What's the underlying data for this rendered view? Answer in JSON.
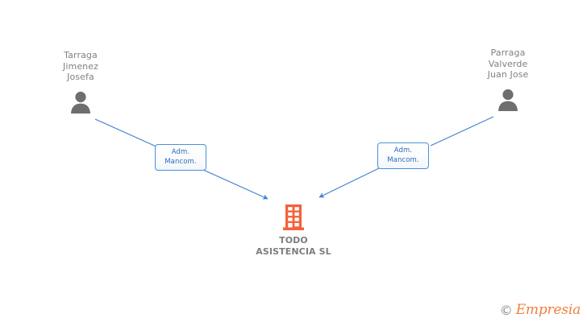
{
  "diagram": {
    "title": "TODO ASISTENCIA SL corporate relationship chart",
    "colors": {
      "edge": "#3f7fd0",
      "box_border": "#4a90d9",
      "box_text": "#2a6ab5",
      "person_icon": "#6e6e6e",
      "person_text": "#808080",
      "company_icon": "#f4613a",
      "company_text": "#7d7d7d",
      "background": "#ffffff",
      "watermark_mark": "#8c8c8c",
      "watermark_text": "#f07f3c"
    },
    "persons": [
      {
        "id": "person-left",
        "name": "Tarraga\nJimenez\nJosefa",
        "icon": "person-icon"
      },
      {
        "id": "person-right",
        "name": "Parraga\nValverde\nJuan Jose",
        "icon": "person-icon"
      }
    ],
    "relations": [
      {
        "id": "relation-left",
        "line1": "Adm.",
        "line2": "Mancom.",
        "from": "person-left",
        "to": "company"
      },
      {
        "id": "relation-right",
        "line1": "Adm.",
        "line2": "Mancom.",
        "from": "person-right",
        "to": "company"
      }
    ],
    "company": {
      "id": "company",
      "name": "TODO\nASISTENCIA SL",
      "icon": "building-icon"
    },
    "watermark": {
      "mark": "©",
      "text": "Empresia"
    }
  }
}
